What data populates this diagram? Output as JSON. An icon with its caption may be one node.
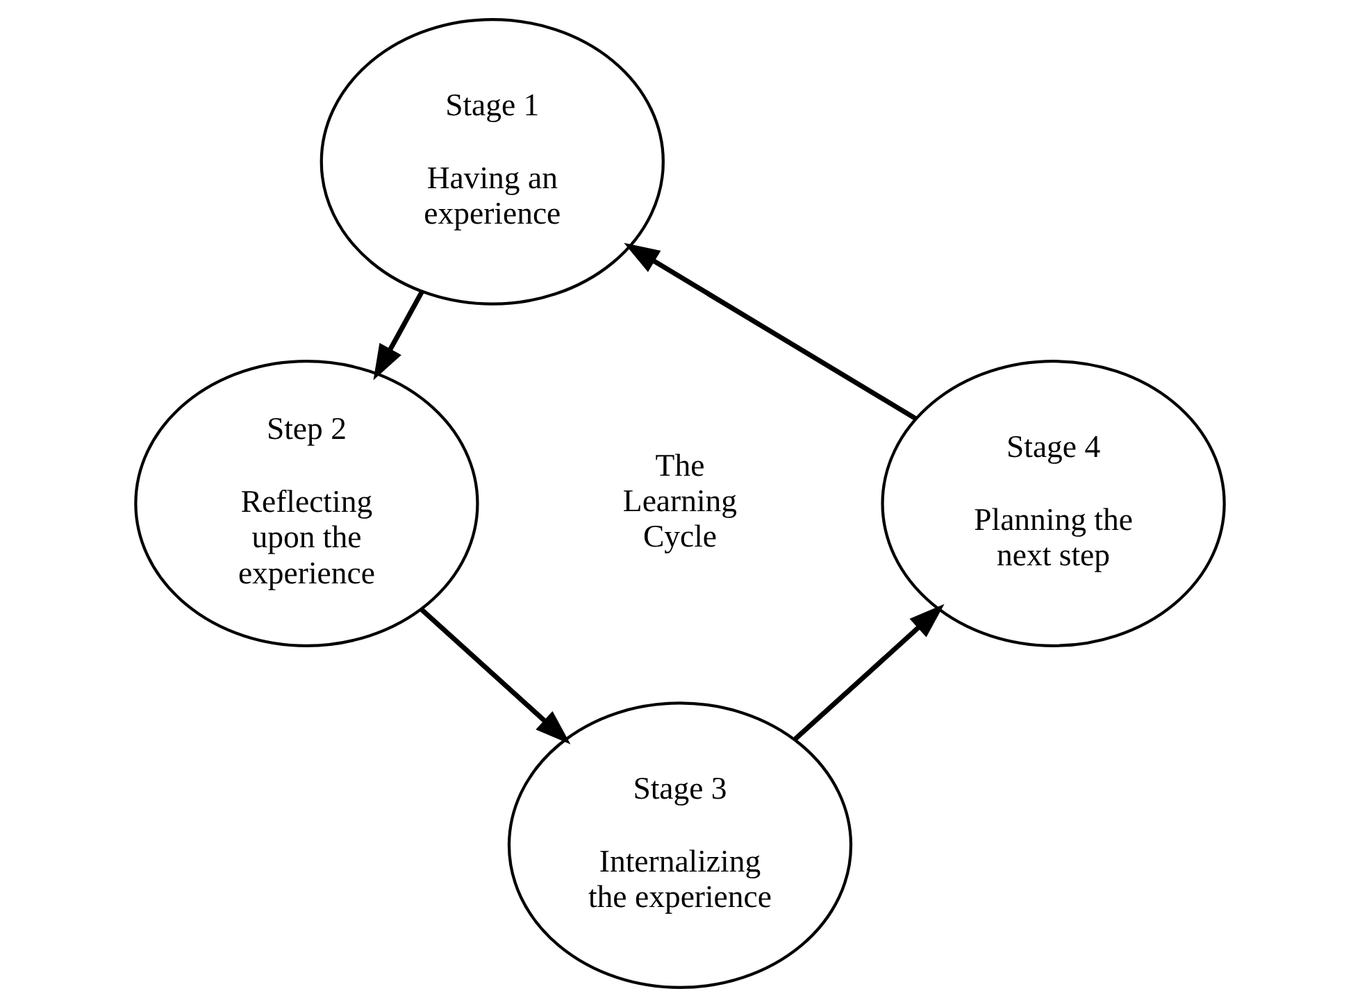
{
  "diagram": {
    "nodes": [
      {
        "text": [
          "Stage 1",
          "Having an experience"
        ]
      },
      {
        "text": [
          "Step 2",
          "Reflecting upon the experience"
        ]
      },
      {
        "text": [
          "Stage 3",
          "Internalizing the experience"
        ]
      },
      {
        "text": [
          "Stage 4",
          "Planning the next step"
        ]
      }
    ],
    "edges": [
      {
        "from": 0,
        "to": 1,
        "arrow": "to"
      },
      {
        "from": 1,
        "to": 2,
        "arrow": "to"
      },
      {
        "from": 2,
        "to": 3,
        "arrow": "to"
      },
      {
        "from": 3,
        "to": 0,
        "arrow": "to"
      }
    ],
    "labels": [
      "The Learning Cycle"
    ]
  }
}
